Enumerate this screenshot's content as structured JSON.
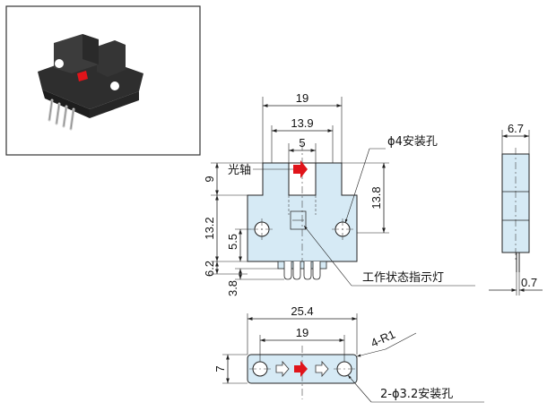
{
  "drawing": {
    "front_view": {
      "dim_overall_width": "19",
      "dim_inner_width": "13.9",
      "dim_slot_width": "5",
      "dim_slot_depth": "9",
      "dim_flange_height": "13.2",
      "dim_hole_height": "5.5",
      "dim_bottom": "6.2",
      "dim_pin": "3.8",
      "dim_right": "13.8",
      "label_optical_axis": "光轴",
      "label_mount_hole": "ϕ4安装孔",
      "label_indicator": "工作状态指示灯"
    },
    "side_view": {
      "dim_thickness": "6.7",
      "dim_pin_offset": "0.7"
    },
    "bottom_view": {
      "dim_total_length": "25.4",
      "dim_hole_pitch": "19",
      "dim_height": "7",
      "label_corner_radius": "4-R1",
      "label_holes": "2-ϕ3.2安装孔"
    }
  },
  "colors": {
    "body_fill": "#d6eaf5",
    "indicator_red": "#e0141a",
    "sensor_dark": "#3a3a3a"
  }
}
